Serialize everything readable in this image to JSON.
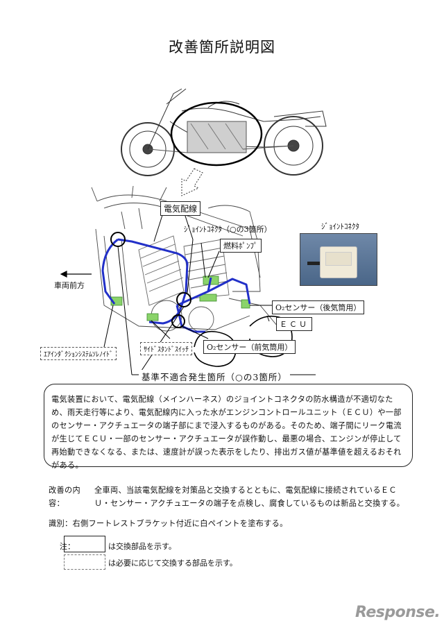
{
  "doc": {
    "title": "改善箇所説明図"
  },
  "labels": {
    "electric_wiring": "電気配線",
    "joint_connector_3": "ｼﾞｮｲﾝﾄｺﾈｸﾀ（○の3箇所）",
    "fuel_pump": "燃料ﾎﾟﾝﾌﾟ",
    "joint_connector_photo": "ｼﾞｮｲﾝﾄｺﾈｸﾀ",
    "vehicle_front": "車両前方",
    "o2_rear": "O₂センサー（後気筒用）",
    "ecu": "ＥＣＵ",
    "induction_solenoid": "ｴｱｲﾝﾀﾞｸｼｮﾝｼｽﾃﾑｿﾚﾉｲﾄﾞ",
    "side_stand_switch": "ｻｲﾄﾞｽﾀﾝﾄﾞｽｲｯﾁ",
    "o2_front": "O₂センサー（前気筒用）",
    "nonconformity": "基準不適合発生箇所（○の3箇所）"
  },
  "description": "電気装置において、電気配線（メインハーネス）のジョイントコネクタの防水構造が不適切なため、雨天走行等により、電気配線内に入った水がエンジンコントロールユニット（ＥＣＵ）や一部のセンサー・アクチュエータの端子部にまで浸入するものがある。そのため、端子間にリーク電流が生じてＥＣＵ・一部のセンサー・アクチュエータが誤作動し、最悪の場合、エンジンが停止して再始動できなくなる、または、速度計が誤った表示をしたり、排出ガス値が基準値を超えるおそれがある。",
  "remedy": {
    "label": "改善の内容：",
    "text": "全車両、当該電気配線を対策品と交換するとともに、電気配線に接続されているＥＣＵ・センサー・アクチュエータの端子を点検し、腐食しているものは新品と交換する。"
  },
  "identification": "識別：右側フートレストブラケット付近に白ペイントを塗布する。",
  "notes": {
    "label": "注：",
    "solid": "は交換部品を示す。",
    "dotted": "は必要に応じて交換する部品を示す。"
  },
  "logo": "Response."
}
